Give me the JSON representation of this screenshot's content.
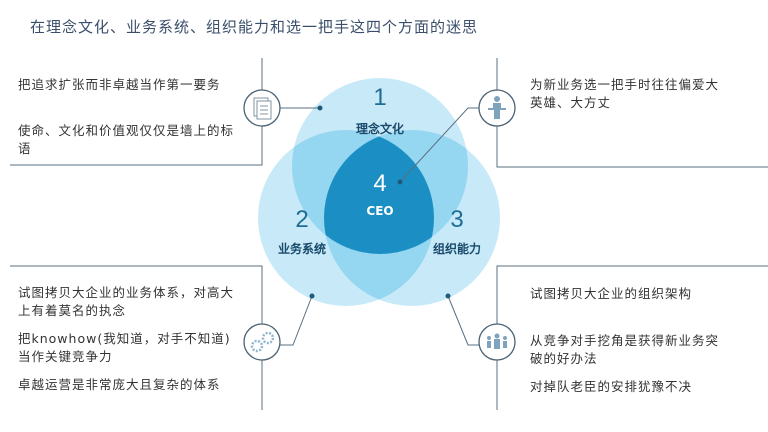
{
  "title": "在理念文化、业务系统、组织能力和选一把手这四个方面的迷思",
  "circles": [
    {
      "number": "1",
      "label": "理念文化"
    },
    {
      "number": "2",
      "label": "业务系统"
    },
    {
      "number": "3",
      "label": "组织能力"
    },
    {
      "number": "4",
      "label": "CEO"
    }
  ],
  "panels": {
    "top_left": {
      "icon": "checklist-icon",
      "items": [
        "把追求扩张而非卓越当作第一要务",
        "使命、文化和价值观仅仅是墙上的标语"
      ]
    },
    "top_right": {
      "icon": "speaker-podium-icon",
      "items": [
        "为新业务选一把手时往往偏爱大英雄、大方丈"
      ]
    },
    "bottom_left": {
      "icon": "gears-icon",
      "items": [
        "试图拷贝大企业的业务体系，对高大上有着莫名的执念",
        "把knowhow(我知道，对手不知道)当作关键竞争力",
        "卓越运营是非常庞大且复杂的体系"
      ]
    },
    "bottom_right": {
      "icon": "team-icon",
      "items": [
        "试图拷贝大企业的组织架构",
        "从竞争对手挖角是获得新业务突破的好办法",
        "对掉队老臣的安排犹豫不决"
      ]
    }
  },
  "colors": {
    "circle": "#a9dcf3",
    "overlap": "#6cc6ec",
    "center": "#1b8fc4",
    "line": "#5a6f80"
  }
}
